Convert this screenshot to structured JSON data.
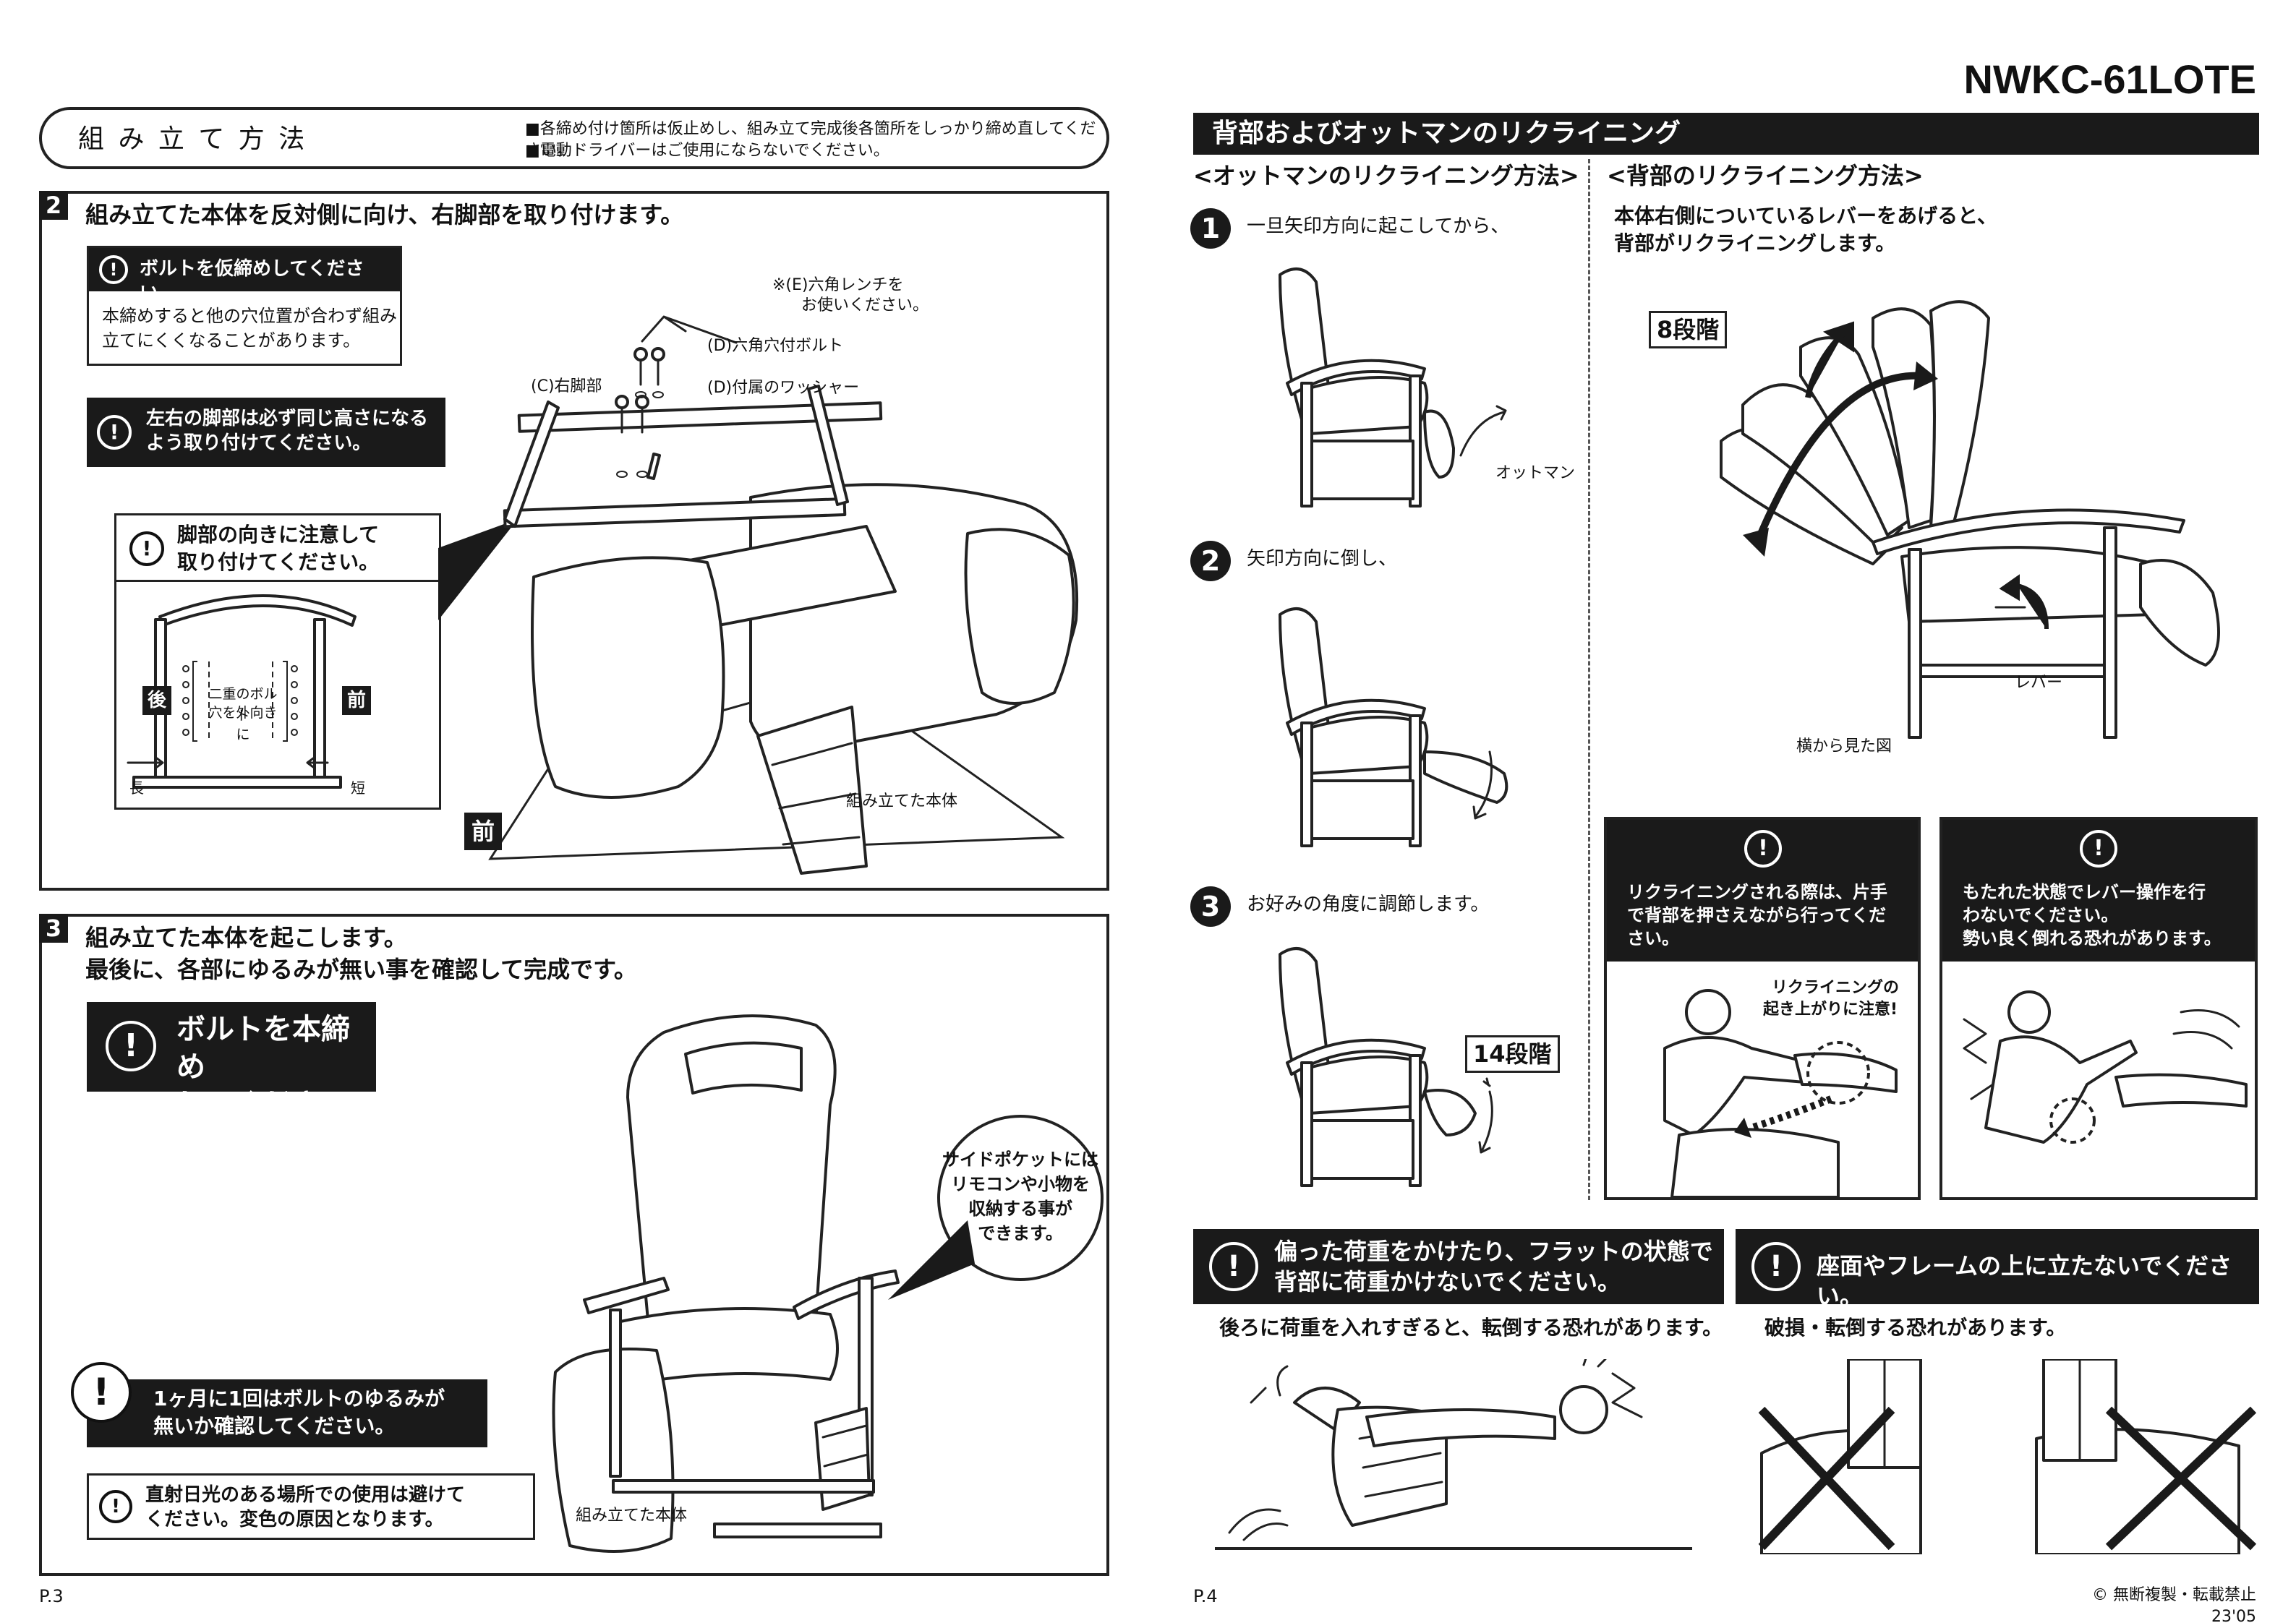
{
  "header": {
    "model": "NWKC-61LOTE"
  },
  "left": {
    "title": "組 み 立 て 方 法",
    "notes": [
      "■各締め付け箇所は仮止めし、組み立て完成後各箇所をしっかり締め直してください。",
      "■電動ドライバーはご使用にならないでください。"
    ],
    "step2": {
      "num": "2",
      "heading": "組み立てた本体を反対側に向け、右脚部を取り付けます。",
      "warn1_title": "ボルトを仮締めしてください。",
      "warn1_body": [
        "本締めすると他の穴位置が合わず組み",
        "立てにくくなることがあります。"
      ],
      "warn2": [
        "左右の脚部は必ず同じ高さになる",
        "よう取り付けてください。"
      ],
      "warn3": [
        "脚部の向きに注意して",
        "取り付けてください。"
      ],
      "diagram_back": "後",
      "diagram_front": "前",
      "diagram_hole": [
        "二重のボルト",
        "穴を外向きに"
      ],
      "diagram_long": "長",
      "diagram_short": "短",
      "label_wrench": [
        "※(E)六角レンチを",
        "お使いください。"
      ],
      "label_bolt": "(D)六角穴付ボルト",
      "label_washer": "(D)付属のワッシャー",
      "label_leg": "(C)右脚部",
      "label_front": "前",
      "label_body": "組み立てた本体"
    },
    "step3": {
      "num": "3",
      "heading": [
        "組み立てた本体を起こします。",
        "最後に、各部にゆるみが無い事を確認して完成です。"
      ],
      "warn_big": [
        "ボルトを本締め",
        "してください"
      ],
      "pocket": [
        "サイドポケットには",
        "リモコンや小物を",
        "収納する事が",
        "できます。"
      ],
      "monthly": [
        "1ヶ月に1回はボルトのゆるみが",
        "無いか確認してください。"
      ],
      "sun": [
        "直射日光のある場所での使用は避けて",
        "ください。変色の原因となります。"
      ],
      "label_body": "組み立てた本体"
    },
    "page": "P.3"
  },
  "right": {
    "title": "背部およびオットマンのリクライニング",
    "ottoman": {
      "heading": "<オットマンのリクライニング方法>",
      "s1": "一旦矢印方向に起こしてから、",
      "s2": "矢印方向に倒し、",
      "s3": "お好みの角度に調節します。",
      "n1": "1",
      "n2": "2",
      "n3": "3",
      "label_ottoman": "オットマン",
      "steps_label": "14段階"
    },
    "back": {
      "heading": "<背部のリクライニング方法>",
      "desc": [
        "本体右側についているレバーをあげると、",
        "背部がリクライニングします。"
      ],
      "steps_label": "8段階",
      "label_lever": "レバー",
      "label_side": "横から見た図"
    },
    "caution1": {
      "text": [
        "リクライニングされる際は、片手",
        "で背部を押さえながら行ってくだ",
        "さい。"
      ],
      "callout": [
        "リクライニングの",
        "起き上がりに注意!"
      ]
    },
    "caution2": {
      "text": [
        "もたれた状態でレバー操作を行",
        "わないでください。",
        "勢い良く倒れる恐れがあります。"
      ]
    },
    "danger1": {
      "title": [
        "偏った荷重をかけたり、フラットの状態で",
        "背部に荷重かけないでください。"
      ],
      "sub": "後ろに荷重を入れすぎると、転倒する恐れがあります。"
    },
    "danger2": {
      "title": "座面やフレームの上に立たないでください。",
      "sub": "破損・転倒する恐れがあります。"
    },
    "page": "P.4",
    "copyright": "© 無断複製・転載禁止 23'05"
  }
}
